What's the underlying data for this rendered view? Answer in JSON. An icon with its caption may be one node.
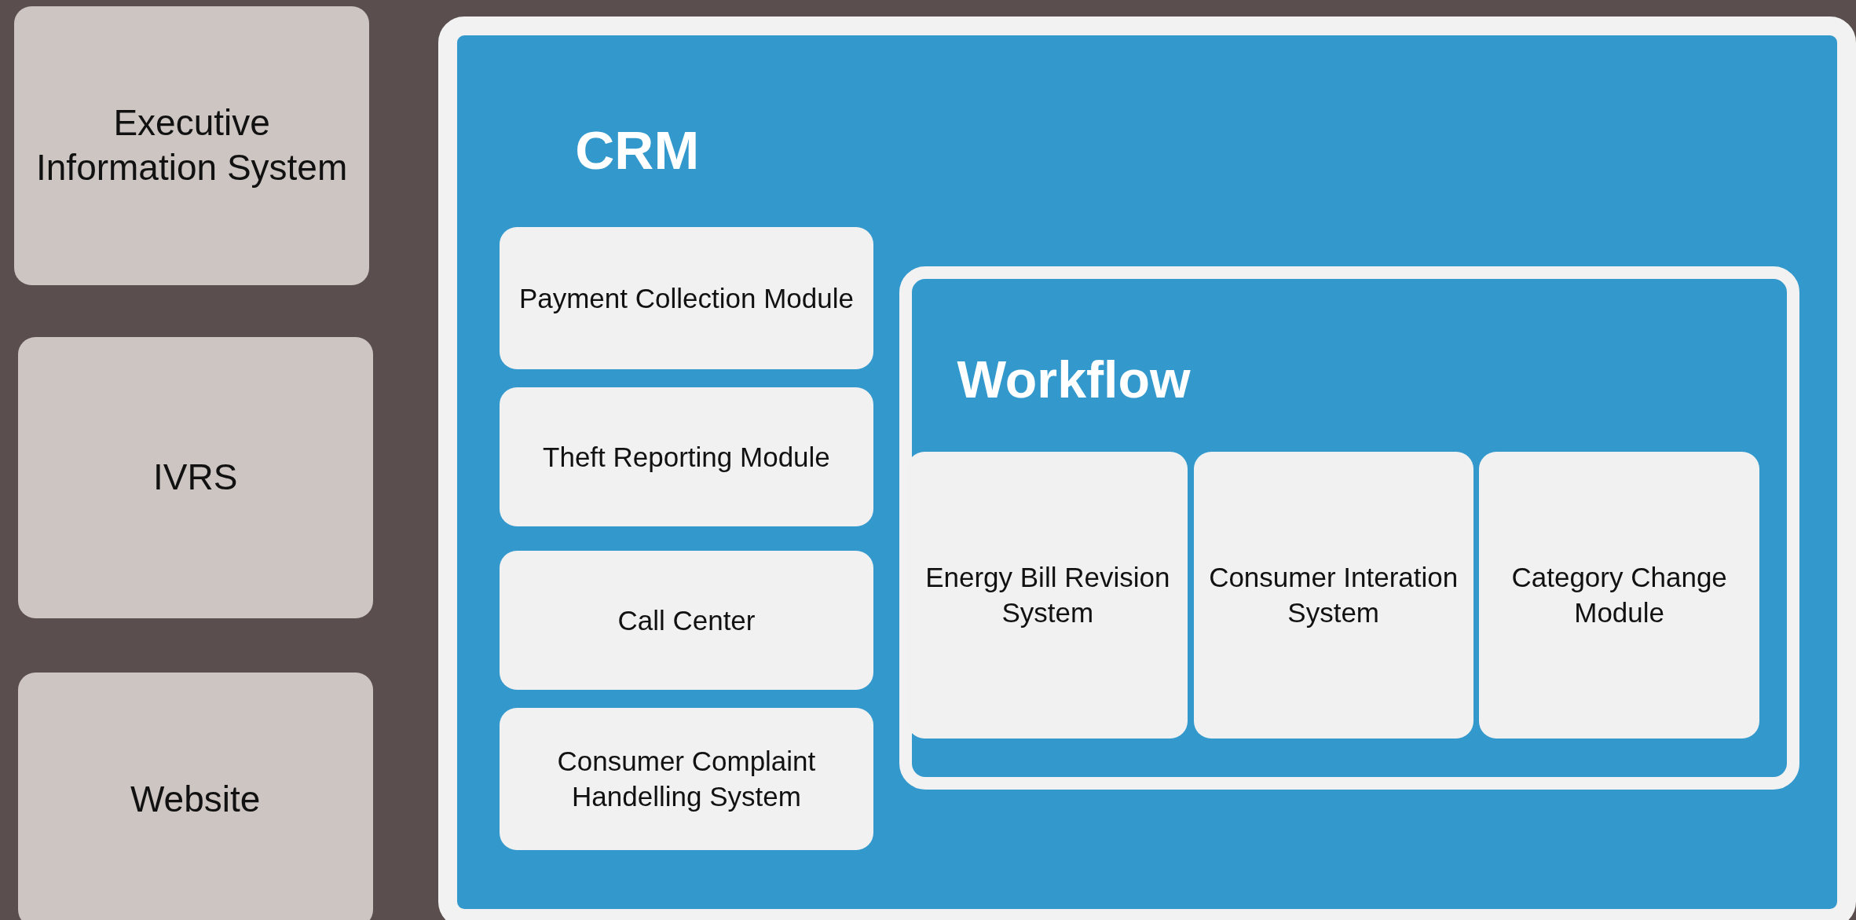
{
  "diagram": {
    "nodes": [
      {
        "text": [
          "Executive Information System"
        ]
      },
      {
        "text": [
          "IVRS"
        ]
      },
      {
        "text": [
          "Website"
        ]
      },
      {
        "text": [
          "CRM"
        ]
      },
      {
        "text": [
          "Payment Collection Module"
        ],
        "in": 3
      },
      {
        "text": [
          "Theft Reporting Module"
        ],
        "in": 3
      },
      {
        "text": [
          "Call Center"
        ],
        "in": 3
      },
      {
        "text": [
          "Consumer Complaint Handelling System"
        ],
        "in": 3
      },
      {
        "text": [
          "Workflow"
        ],
        "in": 3
      },
      {
        "text": [
          "Energy Bill Revision System"
        ],
        "in": 8
      },
      {
        "text": [
          "Consumer Interation System"
        ],
        "in": 8
      },
      {
        "text": [
          "Category Change Module"
        ],
        "in": 8
      }
    ],
    "edges": []
  }
}
